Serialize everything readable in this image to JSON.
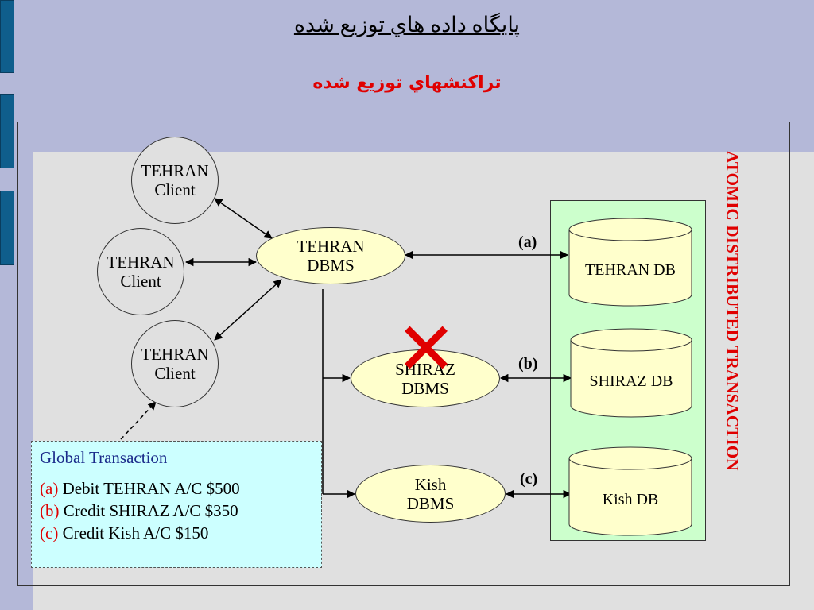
{
  "slide": {
    "title": "پايگاه داده هاي توزيع شده",
    "subtitle": "تراکنشهاي توزيع شده",
    "colors": {
      "background": "#b4b8d8",
      "accent_red": "#e00000",
      "sidebar_blue": "#0f5e8c"
    }
  },
  "diagram": {
    "clients": [
      {
        "line1": "TEHRAN",
        "line2": "Client"
      },
      {
        "line1": "TEHRAN",
        "line2": "Client"
      },
      {
        "line1": "TEHRAN",
        "line2": "Client"
      }
    ],
    "dbms": [
      {
        "line1": "TEHRAN",
        "line2": "DBMS"
      },
      {
        "line1": "SHIRAZ",
        "line2": "DBMS"
      },
      {
        "line1": "Kish",
        "line2": "DBMS"
      }
    ],
    "databases": [
      {
        "label": "TEHRAN DB"
      },
      {
        "label": "SHIRAZ DB"
      },
      {
        "label": "Kish DB"
      }
    ],
    "edge_labels": [
      "(a)",
      "(b)",
      "(c)"
    ],
    "vertical_label": "ATOMIC DISTRIBUTED TRANSACTION",
    "failure_mark": "✕",
    "failure_icon": "red-x-icon"
  },
  "transaction": {
    "title": "Global Transaction",
    "items": [
      {
        "key": "(a)",
        "text": " Debit TEHRAN A/C $500"
      },
      {
        "key": "(b)",
        "text": " Credit SHIRAZ A/C $350"
      },
      {
        "key": "(c)",
        "text": " Credit Kish A/C $150"
      }
    ]
  }
}
